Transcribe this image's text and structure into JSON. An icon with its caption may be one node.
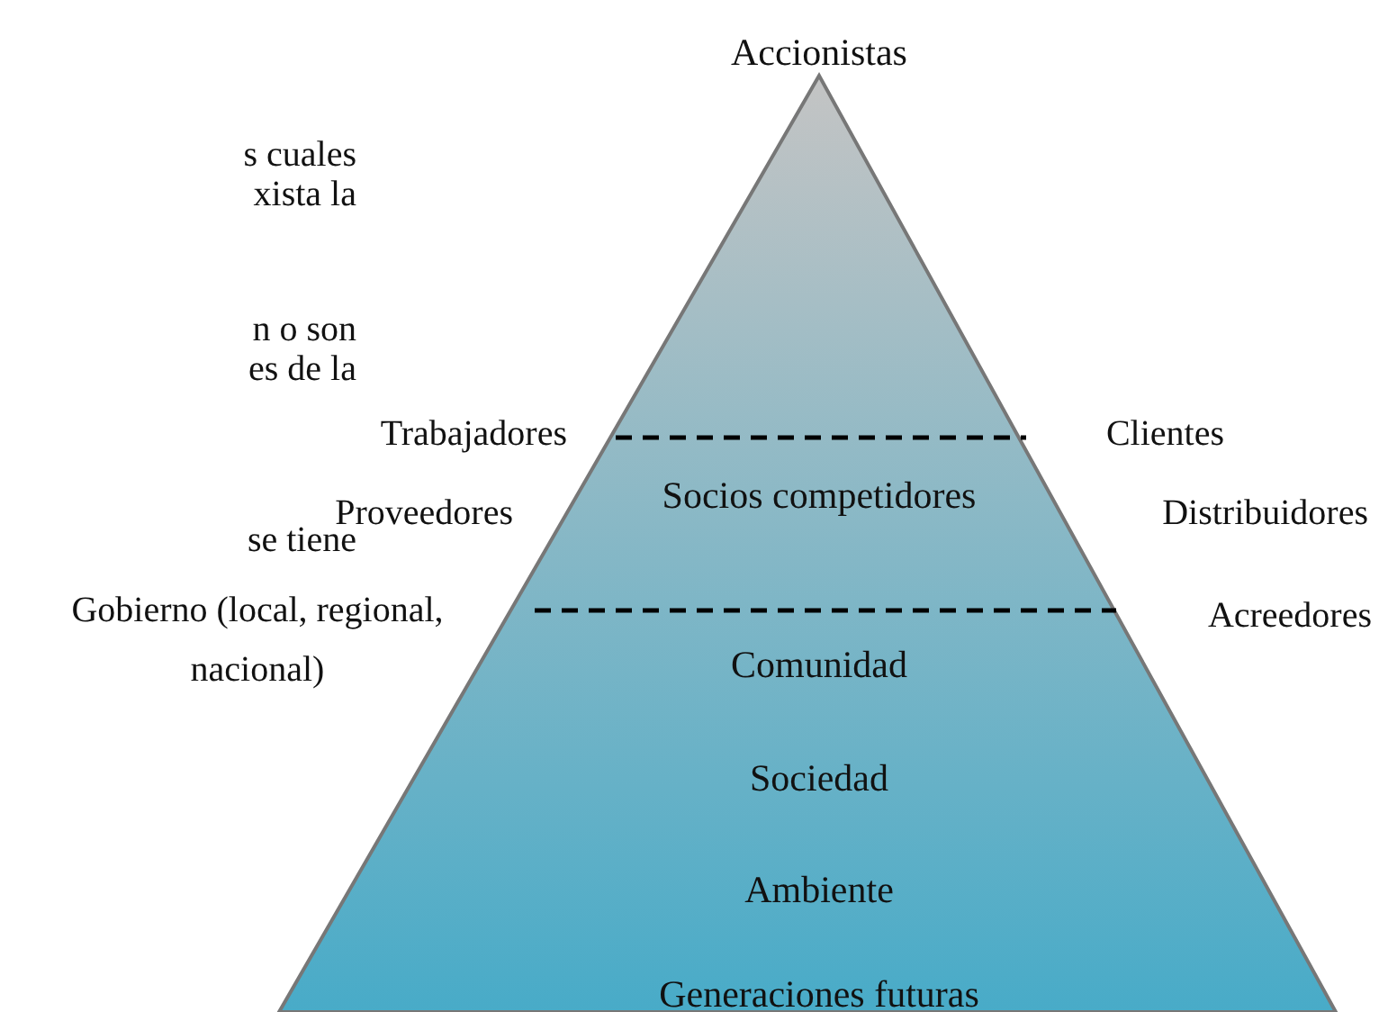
{
  "diagram": {
    "nodes": [
      {
        "text": [
          "Accionistas",
          "Socios competidores",
          "Comunidad",
          "Sociedad",
          "Ambiente",
          "Generaciones futuras"
        ]
      }
    ],
    "labels": [
      "s cuales",
      "xista la",
      "n o son",
      "es de la",
      "Trabajadores",
      "Clientes",
      "Proveedores",
      "Distribuidores",
      "se tiene",
      "Gobierno (local, regional, nacional)",
      "Acreedores"
    ]
  }
}
